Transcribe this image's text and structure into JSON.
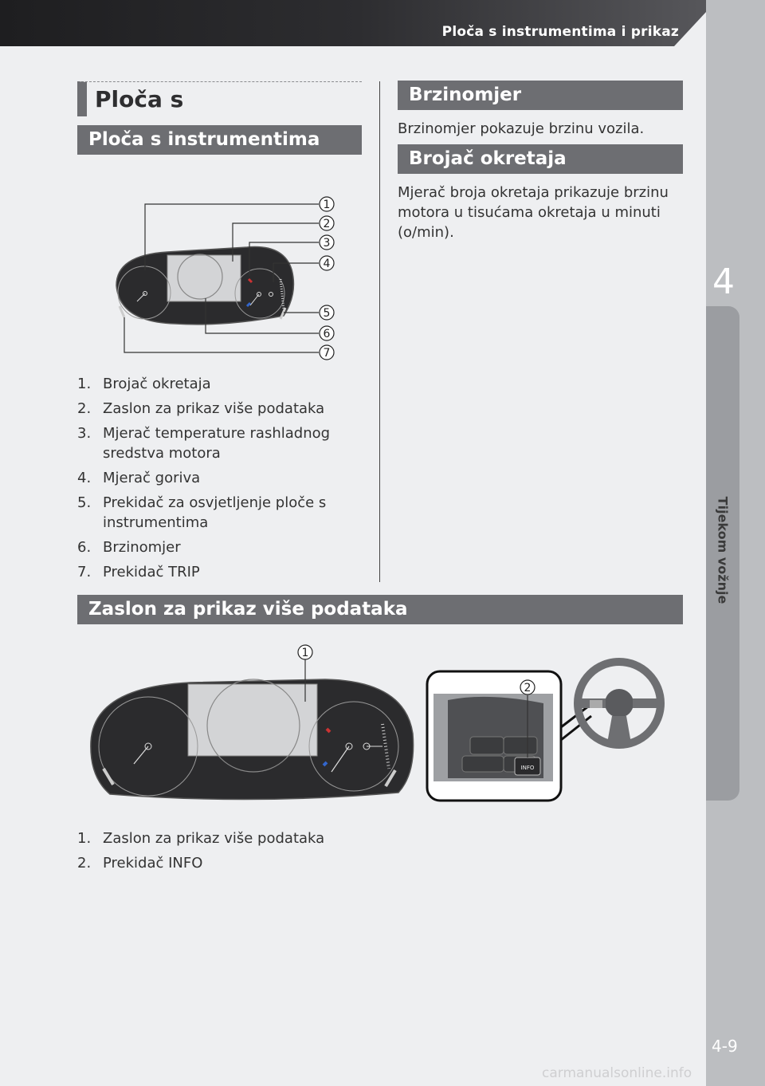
{
  "header": {
    "title": "Ploča s instrumentima i prikaz"
  },
  "sidebar": {
    "chapter_number": "4",
    "chapter_label": "Tijekom vožnje",
    "page_number": "4-9"
  },
  "watermark": "carmanualsonline.info",
  "section": {
    "title": "Ploča s instrumentima"
  },
  "instrument_panel": {
    "heading": "Ploča s instrumentima",
    "callouts": [
      "1",
      "2",
      "3",
      "4",
      "5",
      "6",
      "7"
    ],
    "items": [
      {
        "num": "1.",
        "text": "Brojač okretaja"
      },
      {
        "num": "2.",
        "text": "Zaslon za prikaz više podataka"
      },
      {
        "num": "3.",
        "text": "Mjerač temperature rashladnog sredstva motora"
      },
      {
        "num": "4.",
        "text": "Mjerač goriva"
      },
      {
        "num": "5.",
        "text": "Prekidač za osvjetljenje ploče s instrumentima"
      },
      {
        "num": "6.",
        "text": "Brzinomjer"
      },
      {
        "num": "7.",
        "text": "Prekidač TRIP"
      }
    ]
  },
  "speedometer": {
    "heading": "Brzinomjer",
    "text": "Brzinomjer pokazuje brzinu vozila."
  },
  "tachometer": {
    "heading": "Brojač okretaja",
    "text": "Mjerač broja okretaja prikazuje brzinu motora u tisućama okretaja u minuti (o/min)."
  },
  "multi_display": {
    "heading": "Zaslon za prikaz više podataka",
    "callouts": [
      "1",
      "2"
    ],
    "switch_label": "INFO",
    "items": [
      {
        "num": "1.",
        "text": "Zaslon za prikaz više podataka"
      },
      {
        "num": "2.",
        "text": "Prekidač INFO"
      }
    ]
  }
}
